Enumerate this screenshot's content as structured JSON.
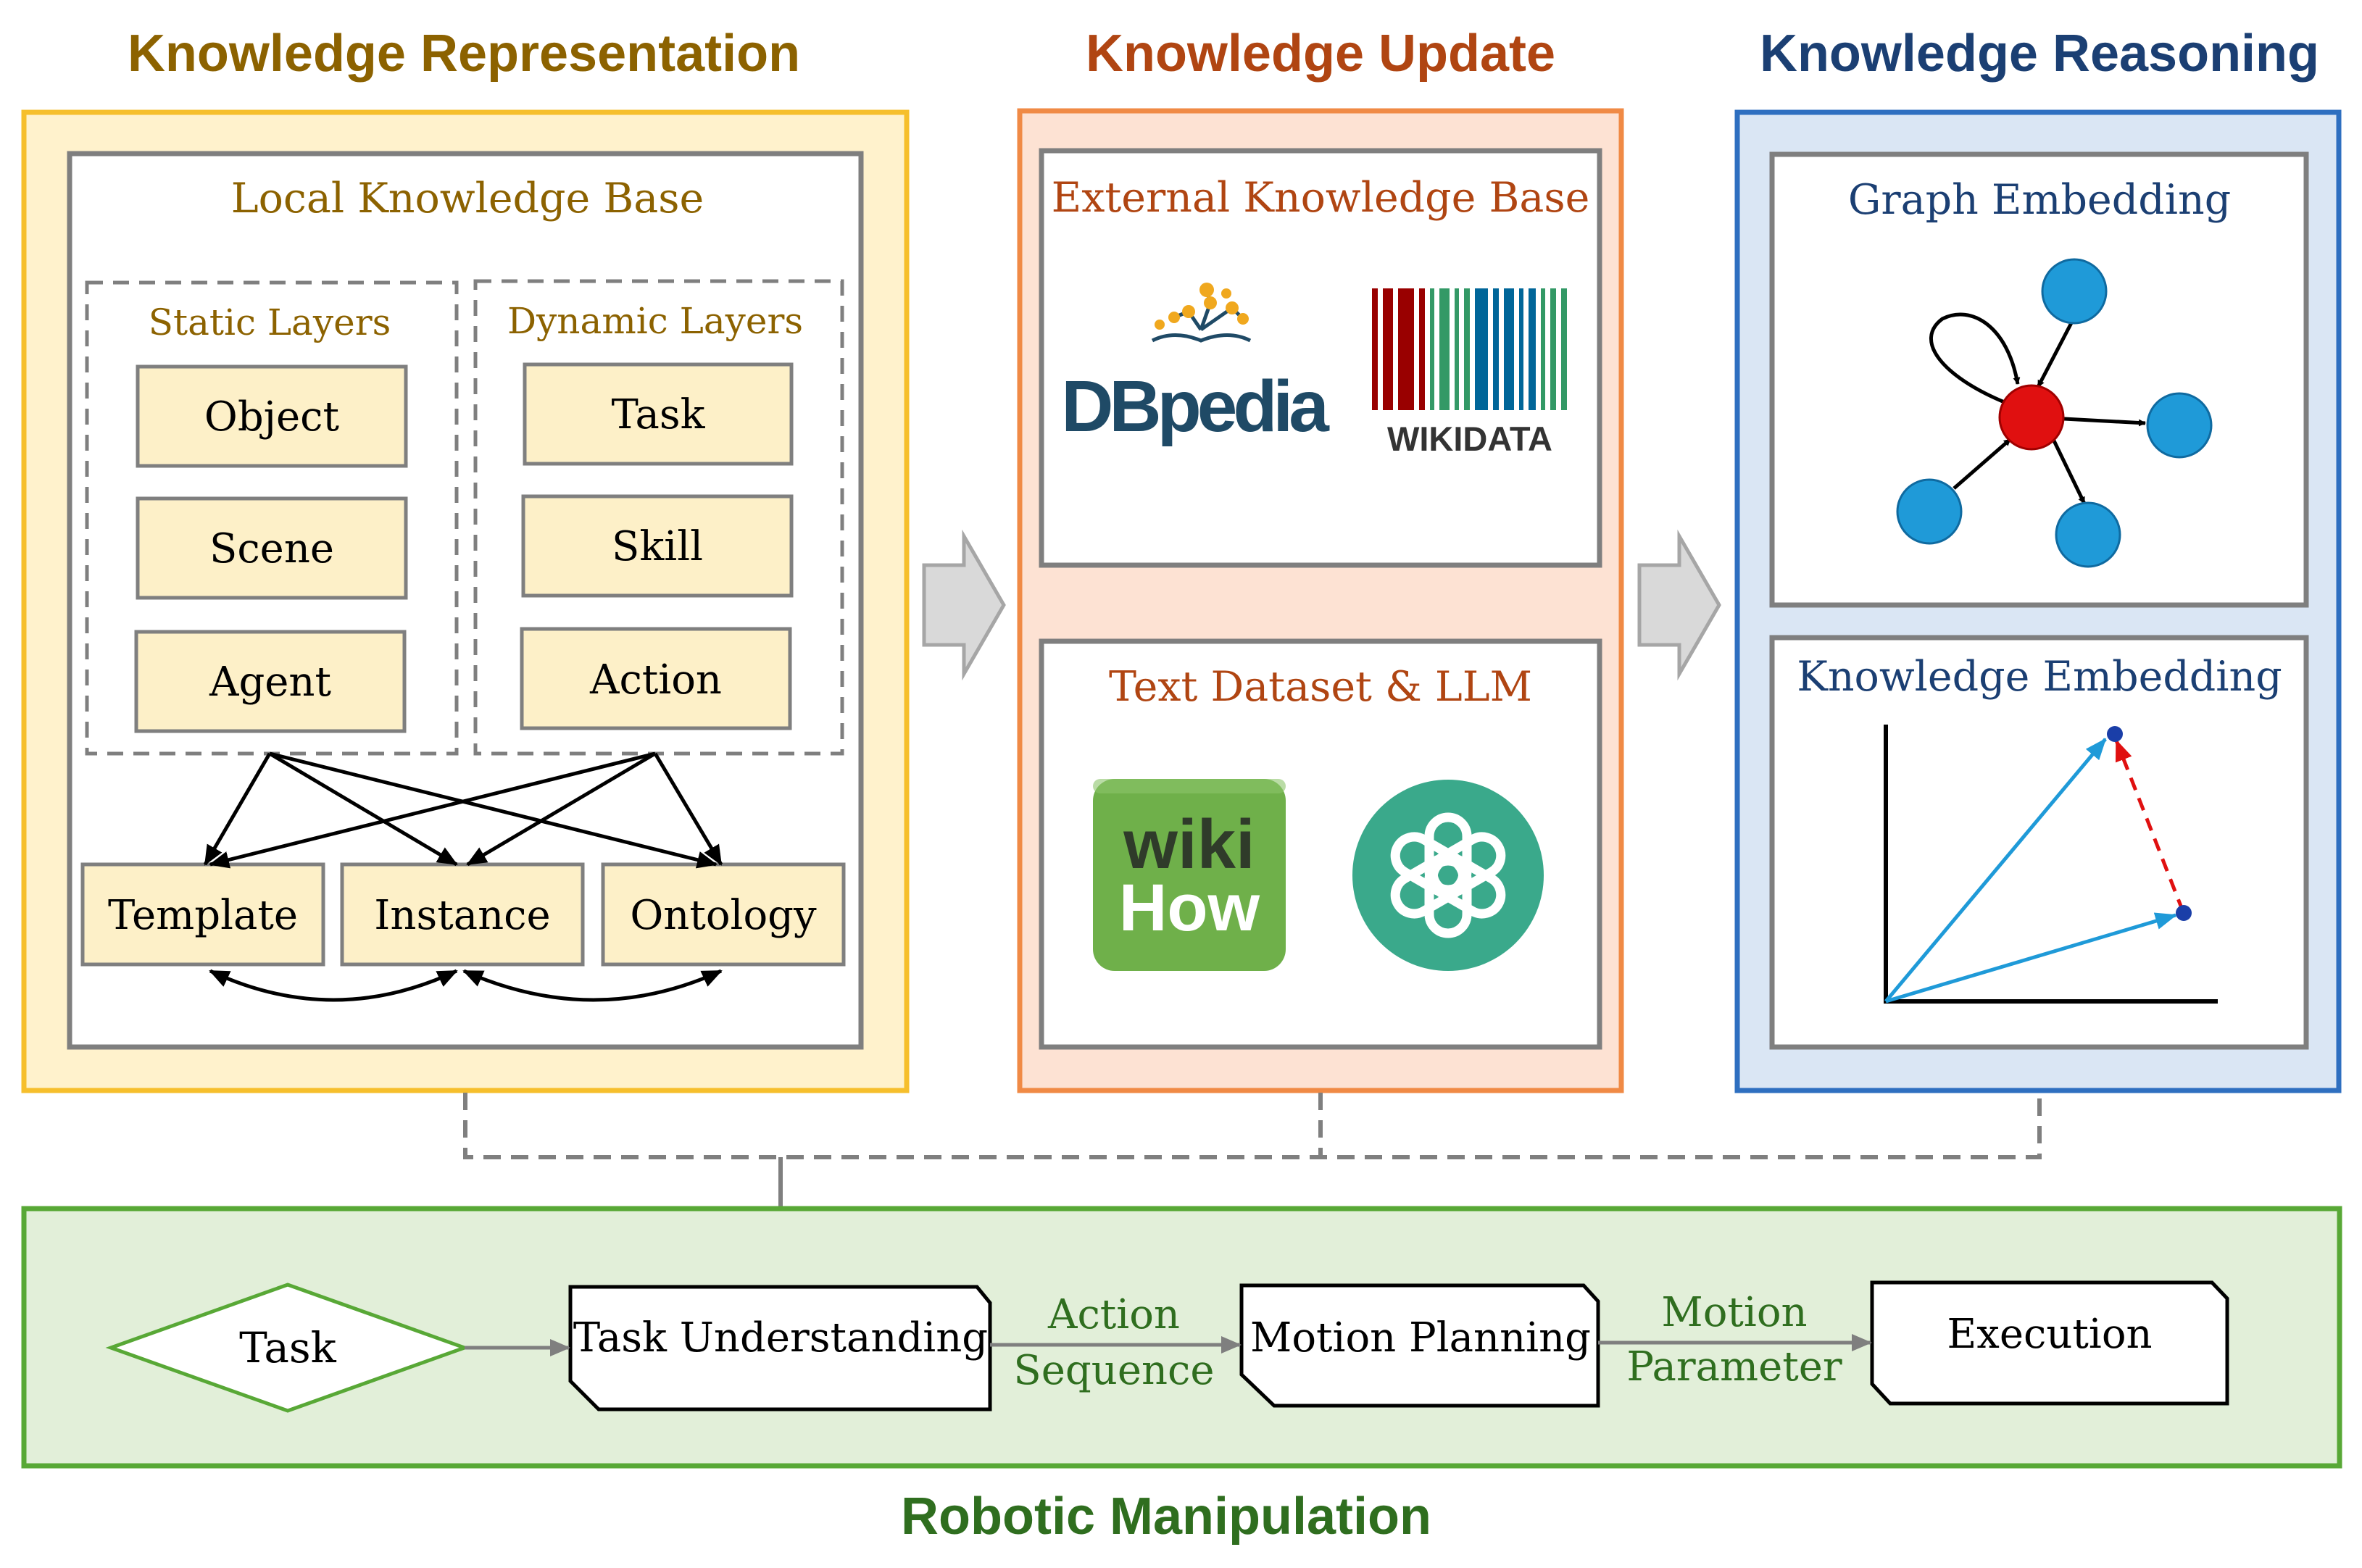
{
  "colors": {
    "rep_accent": "#8c6200",
    "rep_border": "#f6bf2c",
    "rep_bg": "#fff2cc",
    "upd_accent": "#b04512",
    "upd_border": "#f08a45",
    "upd_bg": "#fde2d3",
    "rea_accent": "#1b3f73",
    "rea_border": "#2e6fc0",
    "rea_bg": "#dae6f4",
    "manip_accent": "#2f6e1f",
    "manip_border": "#58a836",
    "manip_bg": "#e2efd9",
    "box_fill": "#fdf0c8",
    "node_blue": "#1f9ad8",
    "node_red": "#e01010",
    "wikihow_green": "#6fb04a",
    "openai_teal": "#3aa98b"
  },
  "sections": {
    "representation": {
      "title": "Knowledge Representation",
      "local_kb": {
        "title": "Local Knowledge Base",
        "static_layers": {
          "title": "Static Layers",
          "items": [
            "Object",
            "Scene",
            "Agent"
          ]
        },
        "dynamic_layers": {
          "title": "Dynamic Layers",
          "items": [
            "Task",
            "Skill",
            "Action"
          ]
        },
        "outputs": [
          "Template",
          "Instance",
          "Ontology"
        ]
      }
    },
    "update": {
      "title": "Knowledge Update",
      "external_kb": {
        "title": "External Knowledge Base",
        "logos": {
          "dbpedia": "DBpedia",
          "wikidata": "WIKIDATA"
        }
      },
      "text_dataset": {
        "title": "Text Dataset & LLM",
        "logos": {
          "wikihow_top": "wiki",
          "wikihow_bottom": "How",
          "openai": "openai-icon"
        }
      }
    },
    "reasoning": {
      "title": "Knowledge Reasoning",
      "graph_embedding": {
        "title": "Graph Embedding"
      },
      "knowledge_embedding": {
        "title": "Knowledge Embedding"
      }
    },
    "manipulation": {
      "title": "Robotic Manipulation",
      "task": "Task",
      "steps": [
        "Task Understanding",
        "Motion Planning",
        "Execution"
      ],
      "edge_labels": {
        "action": {
          "line1": "Action",
          "line2": "Sequence"
        },
        "motion": {
          "line1": "Motion",
          "line2": "Parameter"
        }
      }
    }
  },
  "icons": [
    "arrow-right-icon",
    "openai-icon",
    "dbpedia-logo",
    "wikidata-logo",
    "wikihow-logo"
  ]
}
